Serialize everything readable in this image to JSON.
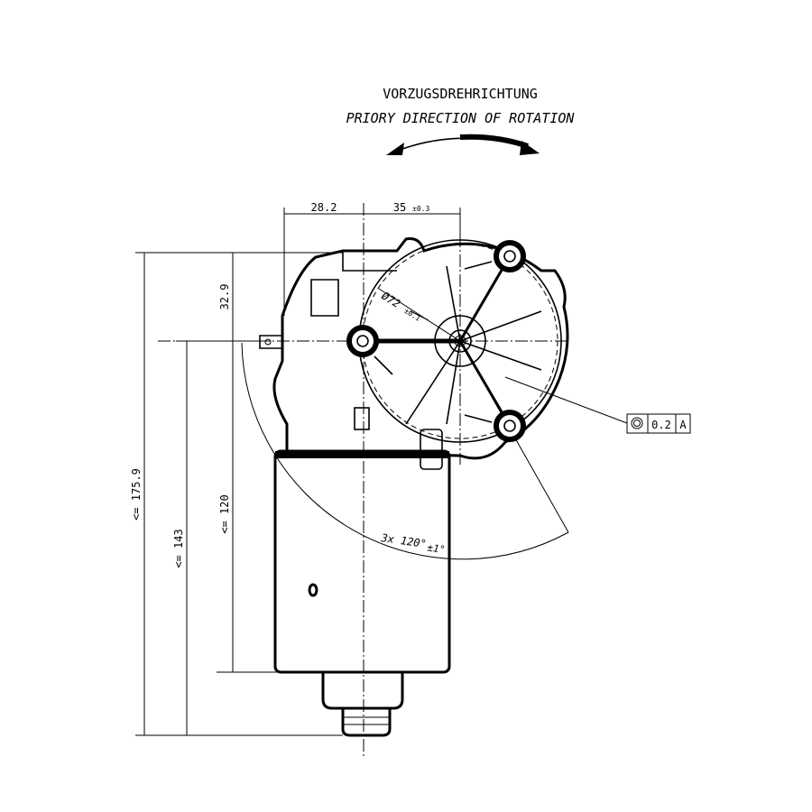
{
  "title": {
    "german": "VORZUGSDREHRICHTUNG",
    "english": "PRIORY DIRECTION OF ROTATION"
  },
  "dimensions": {
    "width_left": "28.2",
    "width_right": "35",
    "width_right_tol": "±0.3",
    "height_top": "32.9",
    "overall_height": "<= 175.9",
    "height_from_axis": "<= 143",
    "motor_length": "<= 120",
    "bolt_circle": "Ø72",
    "bolt_circle_tol": "±0.1",
    "angle": "3x 120°",
    "angle_tol": "±1°"
  },
  "tolerance_frame": {
    "symbol": "concentricity-icon",
    "value": "0.2",
    "datum": "A"
  }
}
